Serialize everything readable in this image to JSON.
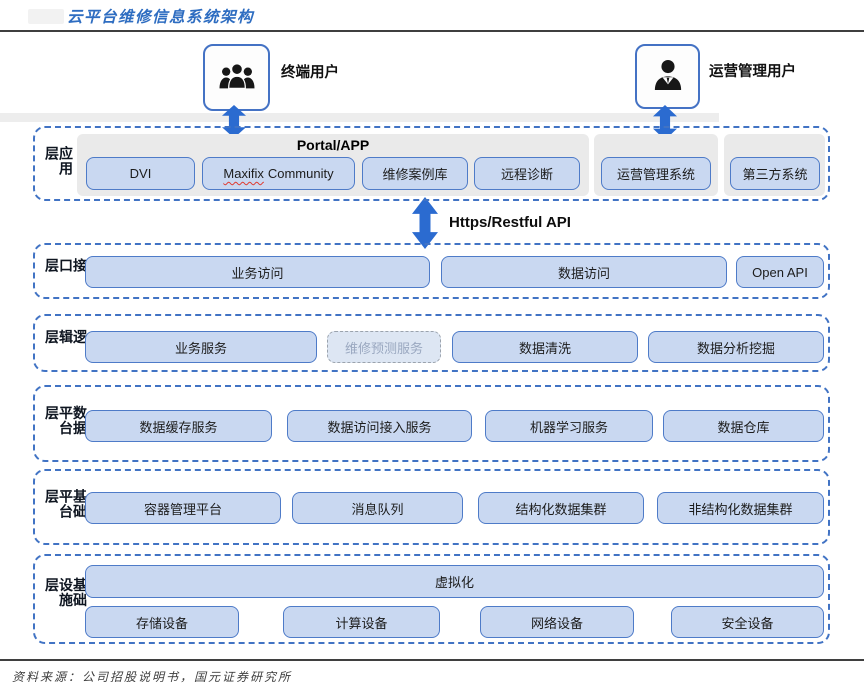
{
  "title": "云平台维修信息系统架构",
  "source_note": "资料来源：公司招股说明书，国元证券研究所",
  "users": {
    "terminal": {
      "label": "终端用户",
      "icon": "users-group-icon"
    },
    "operations": {
      "label": "运营管理用户",
      "icon": "user-icon"
    }
  },
  "api_label": "Https/Restful API",
  "app_layer": {
    "name": "应用层",
    "portal_group_title": "Portal/APP",
    "boxes": {
      "dvi": "DVI",
      "maxifix_word": "Maxifix",
      "community_word": "Community",
      "case_library": "维修案例库",
      "remote_diagnosis": "远程诊断",
      "ops_system": "运营管理系统",
      "third_party": "第三方系统"
    }
  },
  "interface_layer": {
    "name": "接口层",
    "boxes": [
      "业务访问",
      "数据访问",
      "Open API"
    ]
  },
  "logic_layer": {
    "name": "逻辑层",
    "boxes": [
      "业务服务",
      "维修预测服务",
      "数据清洗",
      "数据分析挖掘"
    ]
  },
  "data_platform_layer": {
    "name": "数据平台层",
    "boxes": [
      "数据缓存服务",
      "数据访问接入服务",
      "机器学习服务",
      "数据仓库"
    ]
  },
  "base_platform_layer": {
    "name": "基础平台层",
    "boxes": [
      "容器管理平台",
      "消息队列",
      "结构化数据集群",
      "非结构化数据集群"
    ]
  },
  "infrastructure_layer": {
    "name": "基础设施层",
    "virtualization": "虚拟化",
    "boxes": [
      "存储设备",
      "计算设备",
      "网络设备",
      "安全设备"
    ]
  },
  "colors": {
    "accent_blue": "#4472c4",
    "box_fill": "#c9d8f1",
    "dashed_frame_blue": "#4173c4",
    "arrow_blue": "#2b6bd0",
    "title_blue": "#2e6dc1",
    "group_gray": "#eaeaea",
    "pending_gray_text": "#9aa8c0",
    "spellcheck_red": "#e03a2f"
  }
}
